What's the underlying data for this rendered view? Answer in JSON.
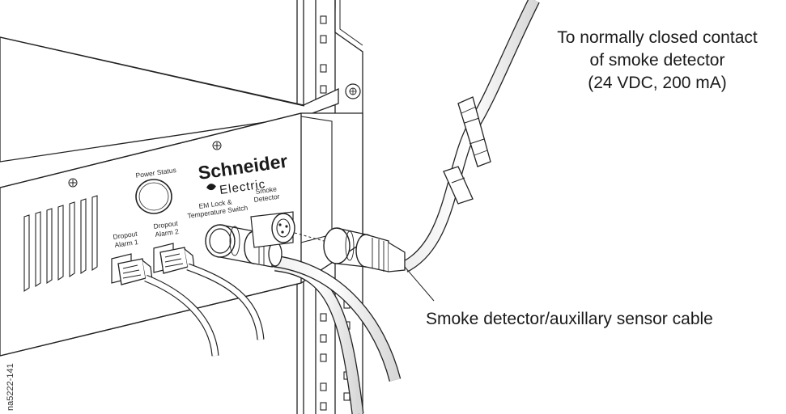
{
  "callouts": {
    "smoke_contact": {
      "line1": "To normally closed contact",
      "line2": "of smoke detector",
      "line3": "(24 VDC, 200 mA)"
    },
    "sensor_cable": "Smoke detector/auxillary sensor cable"
  },
  "panel": {
    "brand": {
      "name": "Schneider",
      "sub": "Electric"
    },
    "labels": {
      "power_status": "Power Status",
      "dropout_alarm_1": [
        "Dropout",
        "Alarm 1"
      ],
      "dropout_alarm_2": [
        "Dropout",
        "Alarm 2"
      ],
      "em_lock": [
        "EM Lock &",
        "Temperature Switch"
      ],
      "smoke_detector": [
        "Smoke",
        "Detector"
      ]
    }
  },
  "figure_id": "na5222-141"
}
